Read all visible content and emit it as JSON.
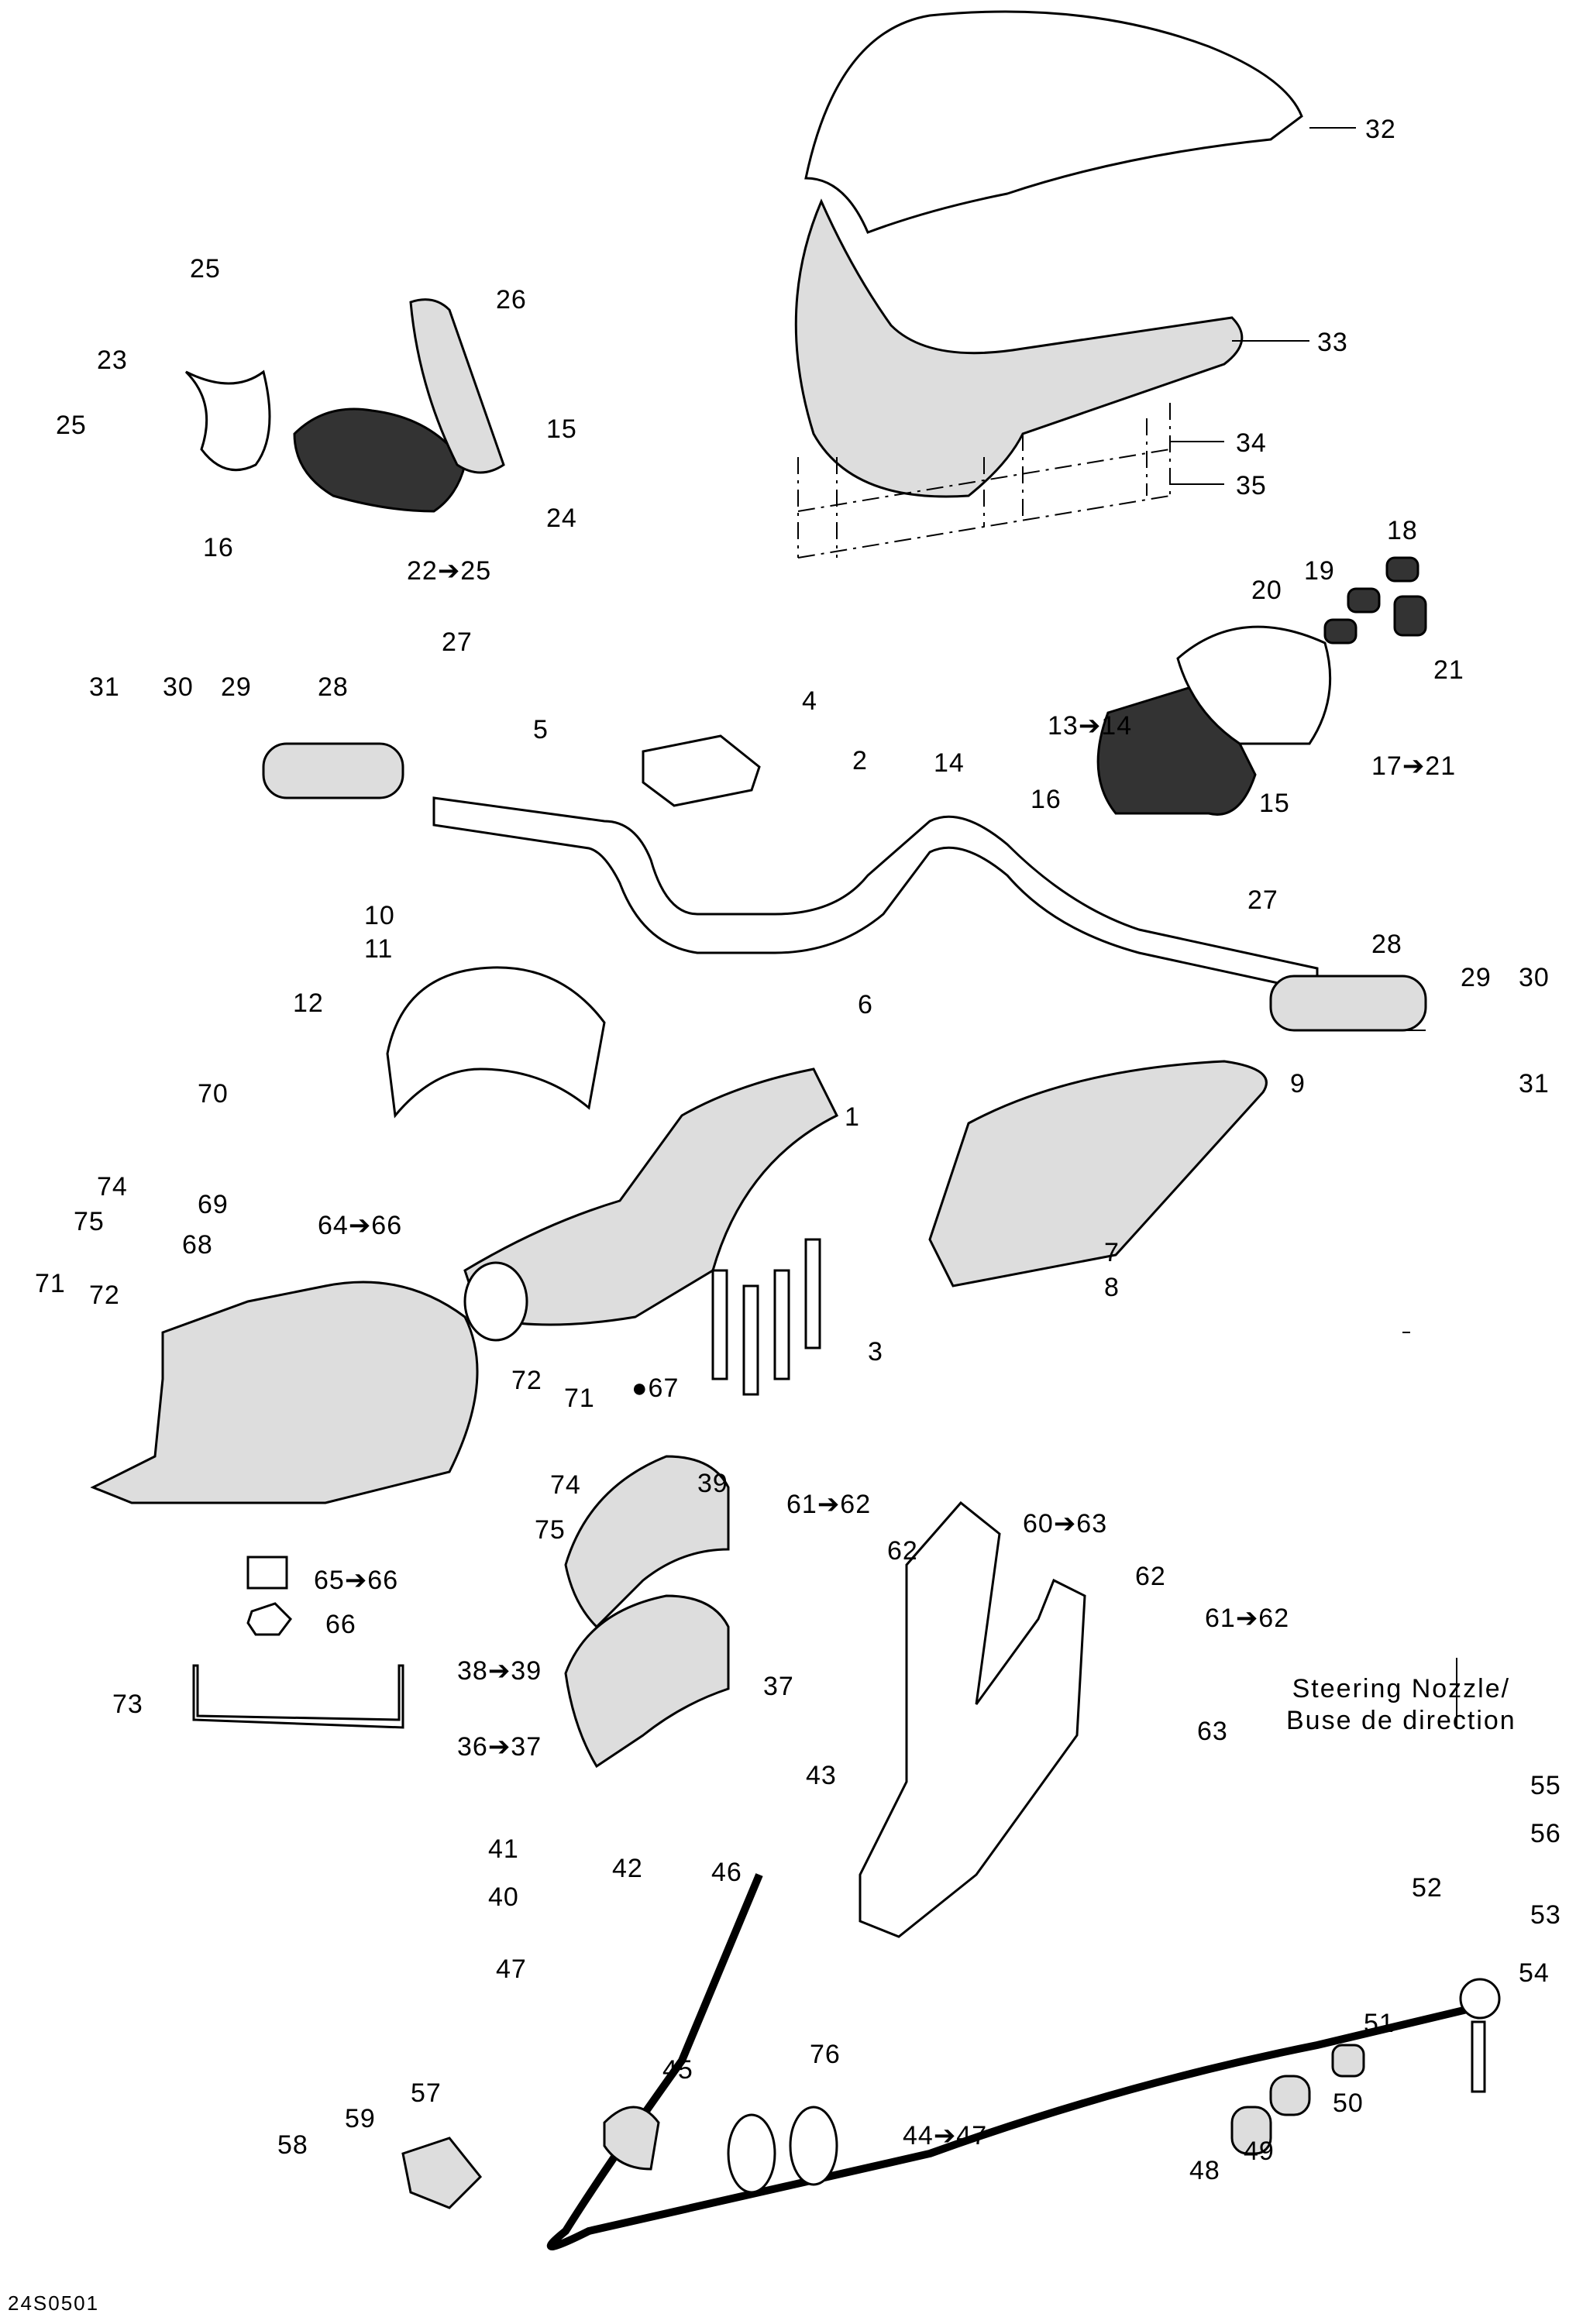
{
  "diagram": {
    "title": "Steering system exploded parts view",
    "code": "24S0501",
    "caption_line1": "Steering Nozzle/",
    "caption_line2": "Buse de direction"
  },
  "labels": [
    {
      "id": "l32",
      "text": "32"
    },
    {
      "id": "l33",
      "text": "33"
    },
    {
      "id": "l34",
      "text": "34"
    },
    {
      "id": "l35",
      "text": "35"
    },
    {
      "id": "l25a",
      "text": "25"
    },
    {
      "id": "l26",
      "text": "26"
    },
    {
      "id": "l23",
      "text": "23"
    },
    {
      "id": "l25b",
      "text": "25"
    },
    {
      "id": "l15a",
      "text": "15"
    },
    {
      "id": "l24",
      "text": "24"
    },
    {
      "id": "l16a",
      "text": "16"
    },
    {
      "id": "l22",
      "text": "22➔25"
    },
    {
      "id": "l18",
      "text": "18"
    },
    {
      "id": "l19",
      "text": "19"
    },
    {
      "id": "l20",
      "text": "20"
    },
    {
      "id": "l21",
      "text": "21"
    },
    {
      "id": "l27a",
      "text": "27"
    },
    {
      "id": "l31a",
      "text": "31"
    },
    {
      "id": "l30a",
      "text": "30"
    },
    {
      "id": "l29a",
      "text": "29"
    },
    {
      "id": "l28a",
      "text": "28"
    },
    {
      "id": "l5",
      "text": "5"
    },
    {
      "id": "l4",
      "text": "4"
    },
    {
      "id": "l2",
      "text": "2"
    },
    {
      "id": "l13",
      "text": "13➔14"
    },
    {
      "id": "l14",
      "text": "14"
    },
    {
      "id": "l17",
      "text": "17➔21"
    },
    {
      "id": "l15b",
      "text": "15"
    },
    {
      "id": "l16b",
      "text": "16"
    },
    {
      "id": "l27b",
      "text": "27"
    },
    {
      "id": "l28b",
      "text": "28"
    },
    {
      "id": "l29b",
      "text": "29"
    },
    {
      "id": "l30b",
      "text": "30"
    },
    {
      "id": "l31b",
      "text": "31"
    },
    {
      "id": "l10",
      "text": "10"
    },
    {
      "id": "l11",
      "text": "11"
    },
    {
      "id": "l12",
      "text": "12"
    },
    {
      "id": "l6",
      "text": "6"
    },
    {
      "id": "l9",
      "text": "9"
    },
    {
      "id": "l1",
      "text": "1"
    },
    {
      "id": "l70",
      "text": "70"
    },
    {
      "id": "l74a",
      "text": "74"
    },
    {
      "id": "l75a",
      "text": "75"
    },
    {
      "id": "l69",
      "text": "69"
    },
    {
      "id": "l68",
      "text": "68"
    },
    {
      "id": "l64",
      "text": "64➔66"
    },
    {
      "id": "l7",
      "text": "7"
    },
    {
      "id": "l8",
      "text": "8"
    },
    {
      "id": "l71a",
      "text": "71"
    },
    {
      "id": "l72a",
      "text": "72"
    },
    {
      "id": "l3",
      "text": "3"
    },
    {
      "id": "l67",
      "text": "67"
    },
    {
      "id": "l72b",
      "text": "72"
    },
    {
      "id": "l71b",
      "text": "71"
    },
    {
      "id": "l74b",
      "text": "74"
    },
    {
      "id": "l75b",
      "text": "75"
    },
    {
      "id": "l39",
      "text": "39"
    },
    {
      "id": "l61a",
      "text": "61➔62"
    },
    {
      "id": "l60",
      "text": "60➔63"
    },
    {
      "id": "l62a",
      "text": "62"
    },
    {
      "id": "l62b",
      "text": "62"
    },
    {
      "id": "l65",
      "text": "65➔66"
    },
    {
      "id": "l66",
      "text": "66"
    },
    {
      "id": "l61b",
      "text": "61➔62"
    },
    {
      "id": "l73",
      "text": "73"
    },
    {
      "id": "l38",
      "text": "38➔39"
    },
    {
      "id": "l37",
      "text": "37"
    },
    {
      "id": "l36",
      "text": "36➔37"
    },
    {
      "id": "l63",
      "text": "63"
    },
    {
      "id": "l43",
      "text": "43"
    },
    {
      "id": "l55",
      "text": "55"
    },
    {
      "id": "l56",
      "text": "56"
    },
    {
      "id": "l41",
      "text": "41"
    },
    {
      "id": "l42",
      "text": "42"
    },
    {
      "id": "l46",
      "text": "46"
    },
    {
      "id": "l40",
      "text": "40"
    },
    {
      "id": "l52",
      "text": "52"
    },
    {
      "id": "l53",
      "text": "53"
    },
    {
      "id": "l54",
      "text": "54"
    },
    {
      "id": "l47",
      "text": "47"
    },
    {
      "id": "l51",
      "text": "51"
    },
    {
      "id": "l76",
      "text": "76"
    },
    {
      "id": "l45",
      "text": "45"
    },
    {
      "id": "l50",
      "text": "50"
    },
    {
      "id": "l57",
      "text": "57"
    },
    {
      "id": "l59",
      "text": "59"
    },
    {
      "id": "l58",
      "text": "58"
    },
    {
      "id": "l44",
      "text": "44➔47"
    },
    {
      "id": "l48",
      "text": "48"
    },
    {
      "id": "l49",
      "text": "49"
    }
  ],
  "icons": {
    "drop": "oil-drop-icon"
  }
}
